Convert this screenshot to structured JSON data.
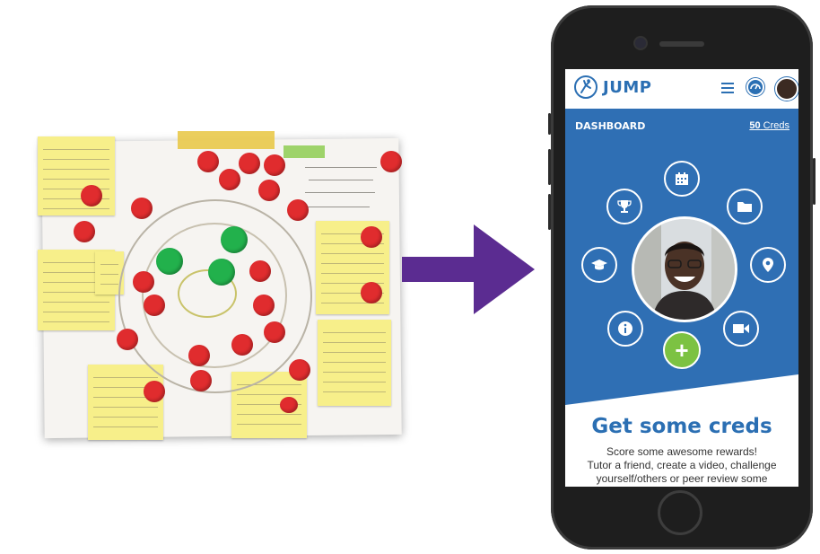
{
  "app": {
    "logo_text": "JUMP"
  },
  "header": {
    "icons": [
      "menu-icon",
      "gauge-icon",
      "user-avatar"
    ]
  },
  "dashboard": {
    "title": "DASHBOARD",
    "creds_count": "50",
    "creds_label": "Creds",
    "orbit_icons": [
      "calendar-icon",
      "folder-icon",
      "location-pin-icon",
      "video-camera-icon",
      "info-icon",
      "graduation-cap-icon",
      "trophy-icon"
    ],
    "add_label": "+"
  },
  "promo": {
    "headline": "Get some creds",
    "body_line1": "Score some awesome rewards!",
    "body_line2": "Tutor a friend, create a video, challenge",
    "body_line3": "yourself/others or peer review some"
  },
  "colors": {
    "brand_blue": "#2f6fb4",
    "accent_green": "#7cc242",
    "arrow_purple": "#5b2c91",
    "sticky_yellow": "#f7ef8a",
    "dot_red": "#e02c2e",
    "dot_green": "#22b14c"
  }
}
